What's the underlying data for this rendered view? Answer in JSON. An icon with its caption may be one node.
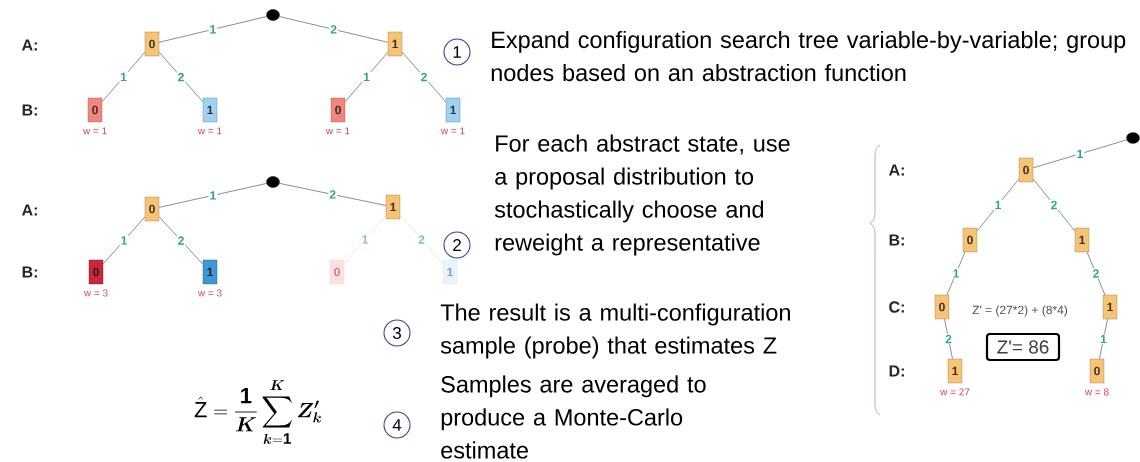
{
  "diagram": {
    "nodes": [
      {
        "text": [],
        "shape": "circle"
      },
      {
        "text": [
          "0"
        ]
      },
      {
        "text": [
          "1"
        ]
      },
      {
        "text": [
          "0"
        ],
        "beside": [
          "w = 1"
        ]
      },
      {
        "text": [
          "1"
        ],
        "beside": [
          "w = 1"
        ]
      },
      {
        "text": [
          "0"
        ],
        "beside": [
          "w = 1"
        ]
      },
      {
        "text": [
          "1"
        ],
        "beside": [
          "w = 1"
        ]
      },
      {
        "text": [],
        "shape": "circle"
      },
      {
        "text": [
          "0"
        ]
      },
      {
        "text": [
          "1"
        ]
      },
      {
        "text": [
          "0"
        ],
        "beside": [
          "w = 3"
        ]
      },
      {
        "text": [
          "1"
        ],
        "beside": [
          "w = 3"
        ]
      },
      {
        "text": [
          "0"
        ]
      },
      {
        "text": [
          "1"
        ]
      },
      {
        "text": [],
        "shape": "circle"
      },
      {
        "text": [
          "0"
        ]
      },
      {
        "text": [
          "0"
        ]
      },
      {
        "text": [
          "1"
        ]
      },
      {
        "text": [
          "0"
        ]
      },
      {
        "text": [
          "1"
        ]
      },
      {
        "text": [
          "1"
        ],
        "beside": [
          "w = 27"
        ]
      },
      {
        "text": [
          "0"
        ],
        "beside": [
          "w = 8"
        ]
      },
      {
        "text": [
          "Z'= 86"
        ]
      },
      {
        "text": [
          "1"
        ],
        "beside": [
          "Expand configuration search tree variable-by-variable; group nodes based on an abstraction function"
        ]
      },
      {
        "text": [
          "2"
        ],
        "beside": [
          "For each abstract state, use a proposal distribution to stochastically choose and reweight a representative"
        ]
      },
      {
        "text": [
          "3"
        ],
        "beside": [
          "The result is a multi-configuration sample (probe) that estimates Z"
        ]
      },
      {
        "text": [
          "4"
        ],
        "beside": [
          "Samples are averaged to produce a Monte-Carlo estimate"
        ]
      }
    ],
    "edges": [
      {
        "from": 0,
        "to": 1,
        "arrow": "none",
        "label": "1"
      },
      {
        "from": 0,
        "to": 2,
        "arrow": "none",
        "label": "2"
      },
      {
        "from": 1,
        "to": 3,
        "arrow": "none",
        "label": "1"
      },
      {
        "from": 1,
        "to": 4,
        "arrow": "none",
        "label": "2"
      },
      {
        "from": 2,
        "to": 5,
        "arrow": "none",
        "label": "1"
      },
      {
        "from": 2,
        "to": 6,
        "arrow": "none",
        "label": "2"
      },
      {
        "from": 7,
        "to": 8,
        "arrow": "none",
        "label": "1"
      },
      {
        "from": 7,
        "to": 9,
        "arrow": "none",
        "label": "2"
      },
      {
        "from": 8,
        "to": 10,
        "arrow": "none",
        "label": "1"
      },
      {
        "from": 8,
        "to": 11,
        "arrow": "none",
        "label": "2"
      },
      {
        "from": 9,
        "to": 12,
        "arrow": "none",
        "label": "1",
        "color": "#dde9e6"
      },
      {
        "from": 9,
        "to": 13,
        "arrow": "none",
        "label": "2",
        "color": "#dde9e6"
      },
      {
        "from": 14,
        "to": 15,
        "arrow": "none",
        "label": "1"
      },
      {
        "from": 15,
        "to": 16,
        "arrow": "none",
        "label": "1"
      },
      {
        "from": 15,
        "to": 17,
        "arrow": "none",
        "label": "2"
      },
      {
        "from": 16,
        "to": 18,
        "arrow": "none",
        "label": "1"
      },
      {
        "from": 17,
        "to": 19,
        "arrow": "none",
        "label": "2"
      },
      {
        "from": 18,
        "to": 20,
        "arrow": "none",
        "label": "2"
      },
      {
        "from": 19,
        "to": 21,
        "arrow": "none",
        "label": "1"
      }
    ],
    "labels": [
      "A:",
      "B:",
      "A:",
      "B:",
      "A:",
      "B:",
      "C:",
      "D:",
      "Z' = (27*2) + (8*4)",
      "\\hat{\\mathrm{Z}} = \\frac{\\mathbf{1}}{\\boldsymbol{K}}\\sum_{\\boldsymbol{k}=\\mathbf{1}}^{\\boldsymbol{K}} \\boldsymbol{Z'}_{\\boldsymbol{k}}"
    ]
  }
}
